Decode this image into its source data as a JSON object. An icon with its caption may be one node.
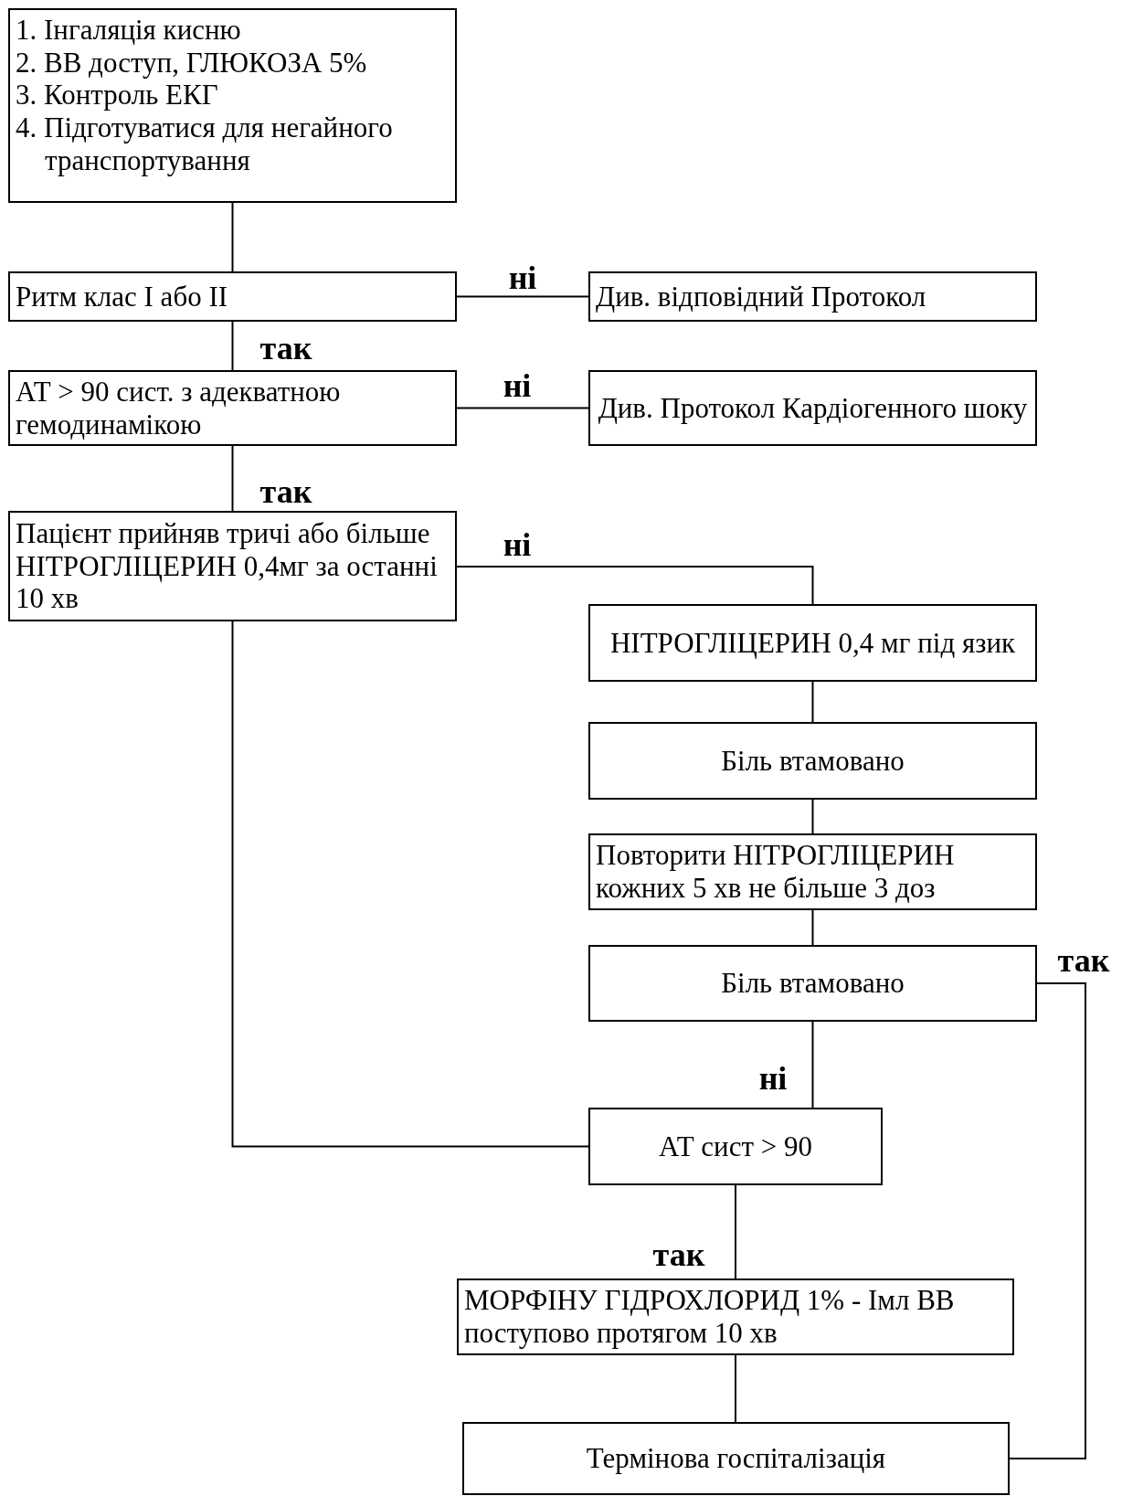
{
  "diagram": {
    "nodes": [
      {
        "text": [
          "1. Інгаляція кисню",
          "2. ВВ доступ, ГЛЮКОЗА 5%",
          "3. Контроль ЕКГ",
          "4. Підготуватися для негайного транспортування"
        ]
      },
      {
        "text": [
          "Ритм клас І або ІІ"
        ]
      },
      {
        "text": [
          "Див. відповідний Протокол"
        ]
      },
      {
        "text": [
          "АТ > 90 сист. з адекватною гемодинамікою"
        ]
      },
      {
        "text": [
          "Див. Протокол Кардіогенного шоку"
        ]
      },
      {
        "text": [
          "Пацієнт прийняв тричі або більше НІТРОГЛІЦЕРИН 0,4мг за останні 10 хв"
        ]
      },
      {
        "text": [
          "НІТРОГЛІЦЕРИН 0,4 мг під язик"
        ]
      },
      {
        "text": [
          "Біль втамовано"
        ]
      },
      {
        "text": [
          "Повторити НІТРОГЛІЦЕРИН кожних 5 хв не більше 3 доз"
        ]
      },
      {
        "text": [
          "Біль втамовано"
        ]
      },
      {
        "text": [
          "АТ сист > 90"
        ]
      },
      {
        "text": [
          "МОРФІНУ ГІДРОХЛОРИД 1% - Імл ВВ поступово протягом 10 хв"
        ]
      },
      {
        "text": [
          "Термінова госпіталізація"
        ]
      }
    ],
    "edges": [
      {
        "from": 0,
        "to": 1,
        "arrow": "none"
      },
      {
        "from": 1,
        "to": 2,
        "arrow": "none",
        "label": "ні"
      },
      {
        "from": 1,
        "to": 3,
        "arrow": "none",
        "label": "так"
      },
      {
        "from": 3,
        "to": 4,
        "arrow": "none",
        "label": "ні"
      },
      {
        "from": 3,
        "to": 5,
        "arrow": "none",
        "label": "так"
      },
      {
        "from": 5,
        "to": 6,
        "arrow": "none",
        "label": "ні"
      },
      {
        "from": 6,
        "to": 7,
        "arrow": "none"
      },
      {
        "from": 7,
        "to": 8,
        "arrow": "none"
      },
      {
        "from": 8,
        "to": 9,
        "arrow": "none"
      },
      {
        "from": 9,
        "to": 10,
        "arrow": "none",
        "label": "ні"
      },
      {
        "from": 5,
        "to": 10,
        "arrow": "none"
      },
      {
        "from": 10,
        "to": 11,
        "arrow": "none",
        "label": "так"
      },
      {
        "from": 11,
        "to": 12,
        "arrow": "none"
      },
      {
        "from": 9,
        "to": 12,
        "arrow": "none",
        "label": "так"
      }
    ]
  }
}
